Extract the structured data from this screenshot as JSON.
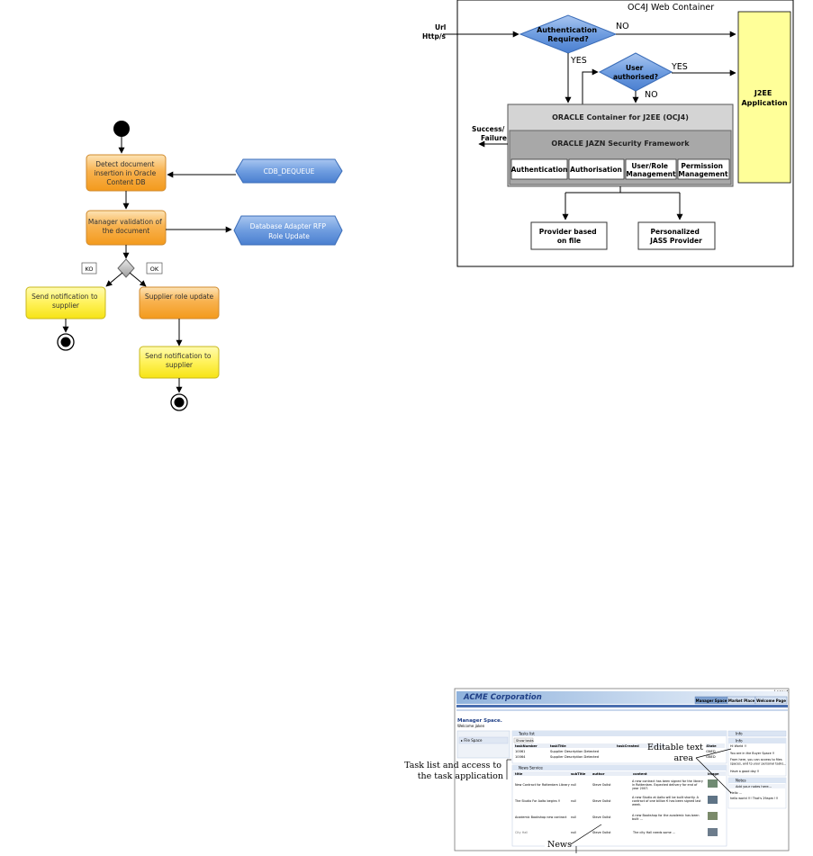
{
  "activity": {
    "detect": [
      "Detect document",
      "insertion in Oracle",
      "Content DB"
    ],
    "cdb": "CDB_DEQUEUE",
    "validate": [
      "Manager validation of",
      "the document"
    ],
    "dbadapter": [
      "Database Adapter RFP",
      "Role Update"
    ],
    "ko": "KO",
    "ok": "OK",
    "notify_ko": [
      "Send notification to",
      "supplier"
    ],
    "role_update": "Supplier role update",
    "notify_ok": [
      "Send notification to",
      "supplier"
    ]
  },
  "arch": {
    "container_title": "OC4J Web Container",
    "url": [
      "Url",
      "Http/s"
    ],
    "auth_required": [
      "Authentication",
      "Required?"
    ],
    "no1": "NO",
    "yes1": "YES",
    "user_auth": [
      "User",
      "authorised?"
    ],
    "yes2": "YES",
    "no2": "NO",
    "j2ee": [
      "J2EE",
      "Application"
    ],
    "success": [
      "Success/",
      "Failure"
    ],
    "oc4j": "ORACLE Container for J2EE (OCJ4)",
    "jazn": "ORACLE JAZN Security Framework",
    "modules": [
      "Authentication",
      "Authorisation",
      "User/Role",
      "Management",
      "Permission",
      "Management"
    ],
    "provider_file": [
      "Provider based",
      "on file"
    ],
    "provider_jass": [
      "Personalized",
      "JASS Provider"
    ]
  },
  "portal": {
    "logout": "Logout",
    "brand": "ACME Corporation",
    "tabs": [
      "Manager Space",
      "Market Place",
      "Welcome Page"
    ],
    "space_title": "Manager Space.",
    "welcome": "Welcome jaken",
    "side_item": "▸ File Space",
    "tasks_title": "Tasks list",
    "show_tasks": "Show tasks",
    "task_cols": [
      "taskNumber",
      "taskTitle",
      "taskCreated",
      "taskState"
    ],
    "task_rows": [
      [
        "10061",
        "Supplier Description Detected",
        "ASSIGNED"
      ],
      [
        "10064",
        "Supplier Description Detected",
        "ASSIGNED"
      ]
    ],
    "news_title": "News Service",
    "news_cols": [
      "title",
      "subTitle",
      "author",
      "content",
      "image"
    ],
    "news_rows": [
      [
        "New Contract for Rotterdam Library",
        "null",
        "Steve Oolist",
        "A new contract has been signed for the library in Rotterdam. Expected delivery for end of year 2007."
      ],
      [
        "The Studio For Aalto begins !!",
        "null",
        "Steve Oolist",
        "A new Studio at Aalto will be built shortly. A contract of one billion € has been signed last week."
      ],
      [
        "Academic Bookshop new contract",
        "null",
        "Steve Oolist",
        "A new Bookshop for the academic has been built ..."
      ],
      [
        "City Hall",
        "null",
        "Steve Oolist",
        "The city Hall needs some ..."
      ]
    ],
    "info_title": "Info",
    "info2_title": "Info",
    "info_body": [
      "Hi World !!",
      "You are in the Buyer Space !!",
      "From here, you can access to files",
      "spaces, and to your personal tasks...",
      "Have a good day !!"
    ],
    "notes_title": "Notes",
    "notes_add": "Add your notes here...",
    "notes_body": [
      "Hello ...",
      "hello world !!! That's 29apm !!!"
    ]
  },
  "annotations": {
    "task_list": [
      "Task list and access to",
      "the task application"
    ],
    "editable": [
      "Editable text",
      "area"
    ],
    "news": "News"
  }
}
